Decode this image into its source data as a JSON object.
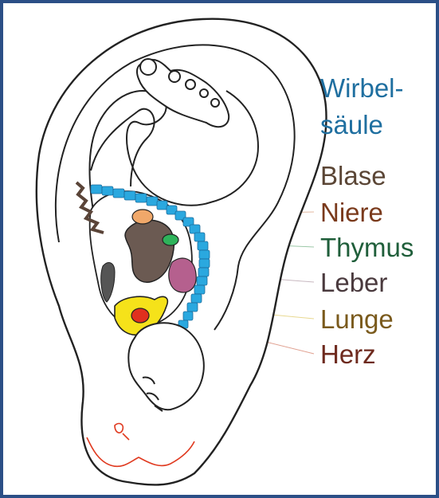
{
  "labels": {
    "wirbelsaeule_line1": "Wirbel-",
    "wirbelsaeule_line2": "säule",
    "blase": "Blase",
    "niere": "Niere",
    "thymus": "Thymus",
    "leber": "Leber",
    "lunge": "Lunge",
    "herz": "Herz"
  },
  "colors": {
    "border": "#2b4f86",
    "wirbelsaeule": "#1f6fa0",
    "blase": "#5b4636",
    "niere": "#7a3a1c",
    "thymus": "#1f5e3a",
    "leber": "#4a3a3e",
    "lunge": "#7a5a1c",
    "herz": "#6e2a1e",
    "spine_fill": "#2aa8df",
    "kidney_fill": "#f0a86a",
    "thymus_fill": "#2eb35a",
    "liver_fill": "#b5608e",
    "lung_fill": "#f5e21a",
    "heart_fill": "#e0301e",
    "bladder_fill": "#6b5a52",
    "face_lines": "#e03a20"
  }
}
